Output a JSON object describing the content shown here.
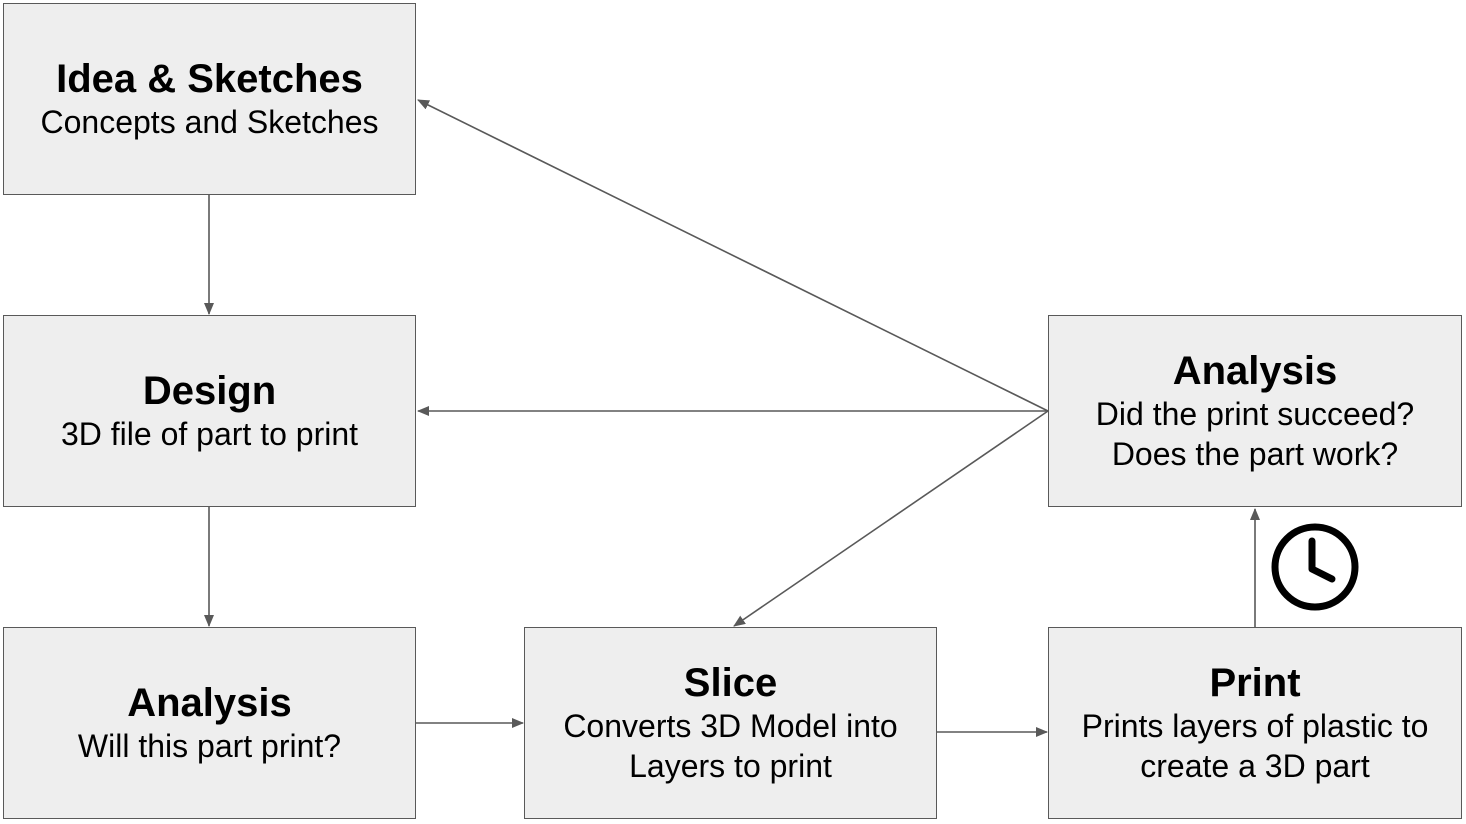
{
  "colors": {
    "box_fill": "#eeeeee",
    "box_border": "#595959",
    "arrow": "#595959",
    "text": "#000000"
  },
  "nodes": {
    "idea": {
      "title": "Idea & Sketches",
      "desc": "Concepts and Sketches"
    },
    "design": {
      "title": "Design",
      "desc": "3D file of part to print"
    },
    "analysis_print": {
      "title": "Analysis",
      "desc": "Will this part print?"
    },
    "slice": {
      "title": "Slice",
      "desc": "Converts 3D Model into\nLayers to print"
    },
    "print": {
      "title": "Print",
      "desc": "Prints layers of plastic to\ncreate a 3D part"
    },
    "analysis_result": {
      "title": "Analysis",
      "desc": "Did the print succeed?\nDoes the part work?"
    }
  },
  "edges": [
    {
      "from": "idea",
      "to": "design"
    },
    {
      "from": "design",
      "to": "analysis_print"
    },
    {
      "from": "analysis_print",
      "to": "slice"
    },
    {
      "from": "slice",
      "to": "print"
    },
    {
      "from": "print",
      "to": "analysis_result"
    },
    {
      "from": "analysis_result",
      "to": "idea"
    },
    {
      "from": "analysis_result",
      "to": "design"
    },
    {
      "from": "analysis_result",
      "to": "slice"
    }
  ],
  "icons": {
    "print_to_analysis": "clock-icon"
  }
}
